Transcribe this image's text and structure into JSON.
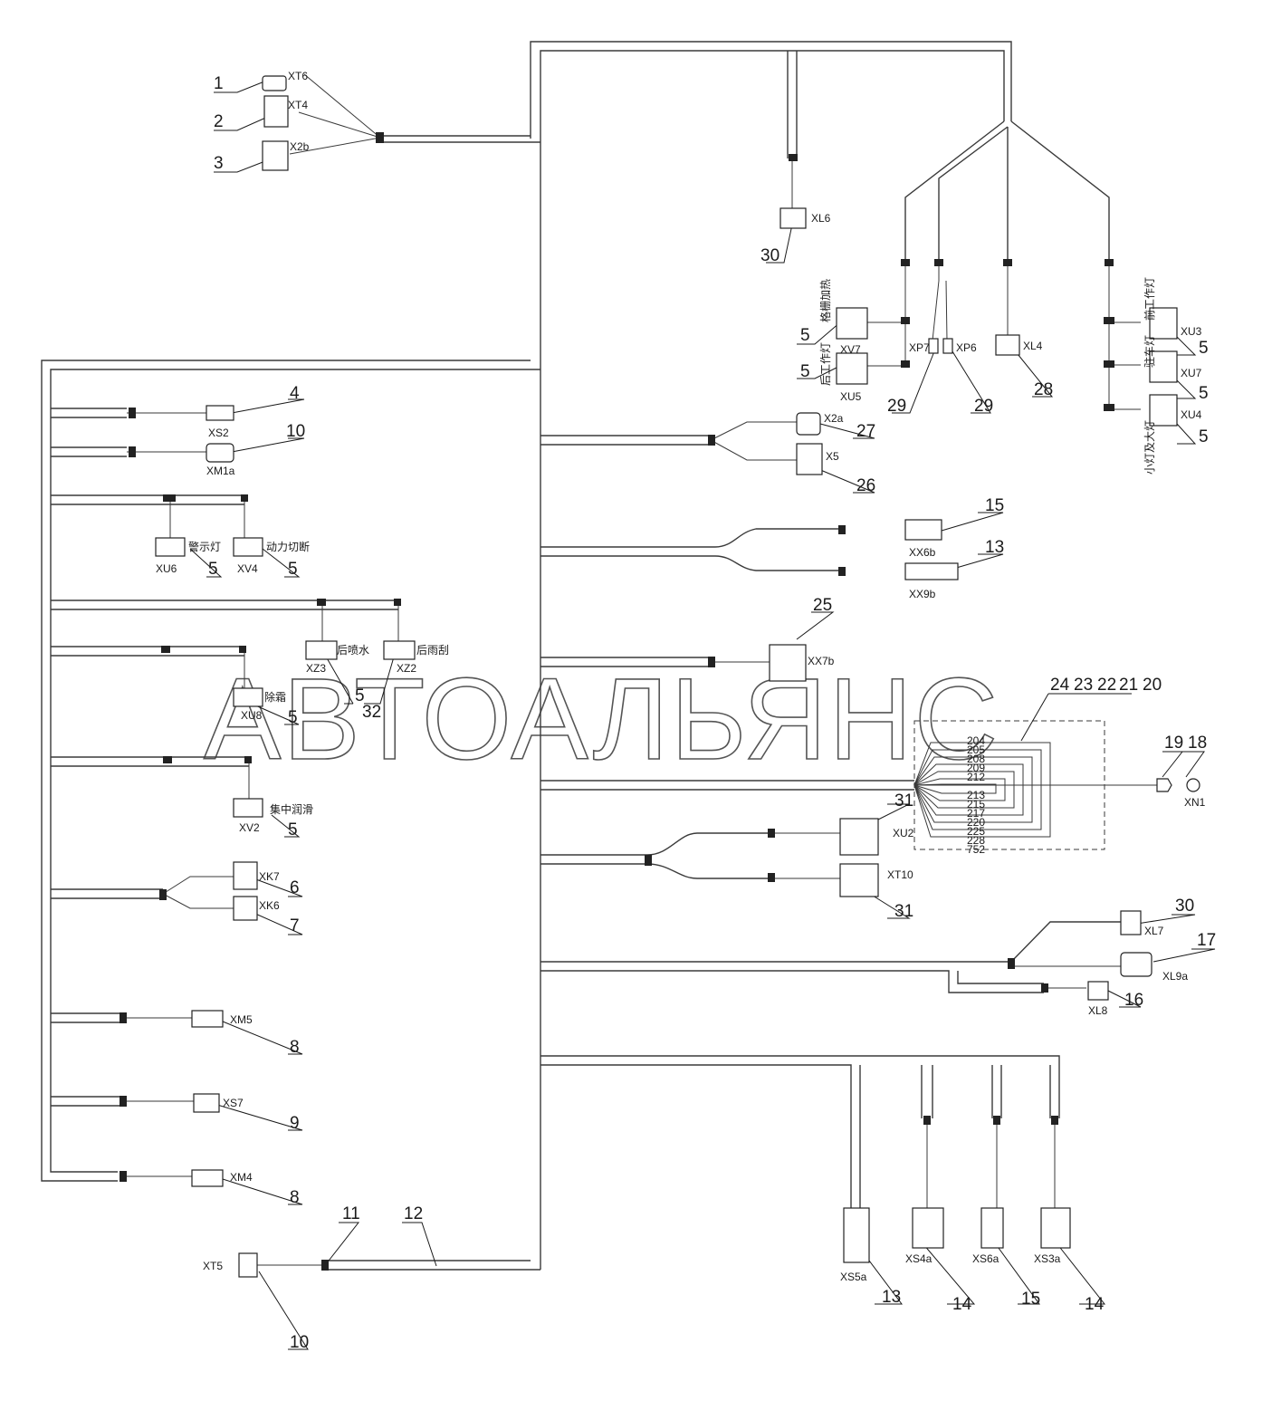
{
  "watermark": "АВТОАЛЬЯНС",
  "colors": {
    "line": "#3a3a3a",
    "background": "#ffffff"
  },
  "connectors": [
    {
      "code": "XT6",
      "callout": "1"
    },
    {
      "code": "XT4",
      "callout": "2"
    },
    {
      "code": "X2b",
      "callout": "3"
    },
    {
      "code": "XL6",
      "callout": "30"
    },
    {
      "code": "XV7",
      "callout": "5",
      "label_cn": "格栅加热"
    },
    {
      "code": "XU5",
      "callout": "5",
      "label_cn": "后工作灯"
    },
    {
      "code": "XP7",
      "callout": "29"
    },
    {
      "code": "XP6",
      "callout": "29"
    },
    {
      "code": "XL4",
      "callout": "28"
    },
    {
      "code": "XU3",
      "callout": "5",
      "label_cn": "前工作灯"
    },
    {
      "code": "XU7",
      "callout": "5",
      "label_cn": "驻车灯"
    },
    {
      "code": "XU4",
      "callout": "5",
      "label_cn": "小灯及大灯"
    },
    {
      "code": "XS2",
      "callout": "4"
    },
    {
      "code": "XM1a",
      "callout": "10"
    },
    {
      "code": "X2a",
      "callout": "27"
    },
    {
      "code": "X5",
      "callout": "26"
    },
    {
      "code": "XU6",
      "callout": "5",
      "label_cn": "警示灯"
    },
    {
      "code": "XV4",
      "callout": "5",
      "label_cn": "动力切断"
    },
    {
      "code": "XX6b",
      "callout": "15"
    },
    {
      "code": "XX9b",
      "callout": "13"
    },
    {
      "code": "XX7b",
      "callout": "25"
    },
    {
      "code": "XZ3",
      "callout": "5",
      "label_cn": "后喷水"
    },
    {
      "code": "XZ2",
      "callout": "32",
      "label_cn": "后雨刮"
    },
    {
      "code": "XU8",
      "callout": "5",
      "label_cn": "除霜"
    },
    {
      "code": "XN1",
      "callout": "18"
    },
    {
      "code": "XU2",
      "callout": "31"
    },
    {
      "code": "XT10",
      "callout": "31"
    },
    {
      "code": "XV2",
      "callout": "5",
      "label_cn": "集中润滑"
    },
    {
      "code": "XK7",
      "callout": "6"
    },
    {
      "code": "XK6",
      "callout": "7"
    },
    {
      "code": "XL7",
      "callout": "30"
    },
    {
      "code": "XL9a",
      "callout": "17"
    },
    {
      "code": "XL8",
      "callout": "16"
    },
    {
      "code": "XM5",
      "callout": "8"
    },
    {
      "code": "XS7",
      "callout": "9"
    },
    {
      "code": "XM4",
      "callout": "8"
    },
    {
      "code": "XT5",
      "callout": "10"
    },
    {
      "code": "XS5a",
      "callout": "13"
    },
    {
      "code": "XS4a",
      "callout": "14"
    },
    {
      "code": "XS6a",
      "callout": "15"
    },
    {
      "code": "XS3a",
      "callout": "14"
    }
  ],
  "callouts": {
    "c19": "19",
    "c11": "11",
    "c12": "12",
    "top_row": [
      "24",
      "23",
      "22",
      "21",
      "20"
    ]
  },
  "wire_numbers": [
    "204",
    "205",
    "208",
    "209",
    "212",
    "213",
    "215",
    "217",
    "220",
    "225",
    "228",
    "752"
  ]
}
